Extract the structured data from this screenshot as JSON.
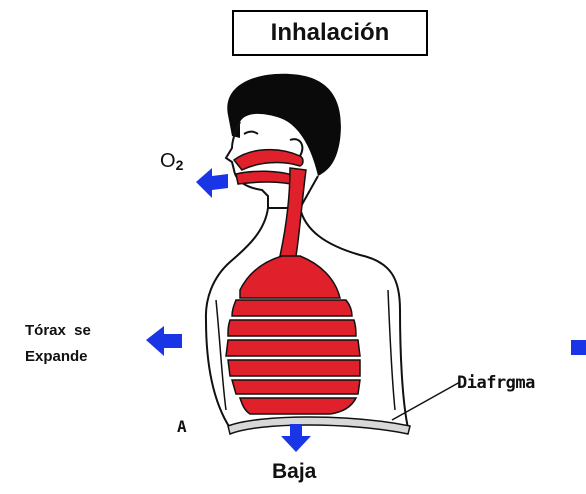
{
  "title": "Inhalación",
  "labels": {
    "oxygen": "O",
    "oxygen_sub": "2",
    "thorax_line1": "Tórax  se",
    "thorax_line2": "Expande",
    "diaphragm": "Diafrgma",
    "figure_letter": "A",
    "down": "Baja"
  },
  "colors": {
    "airway": "#e0202a",
    "arrow": "#1a35e6",
    "hair": "#0a0a0a",
    "outline": "#111111"
  }
}
